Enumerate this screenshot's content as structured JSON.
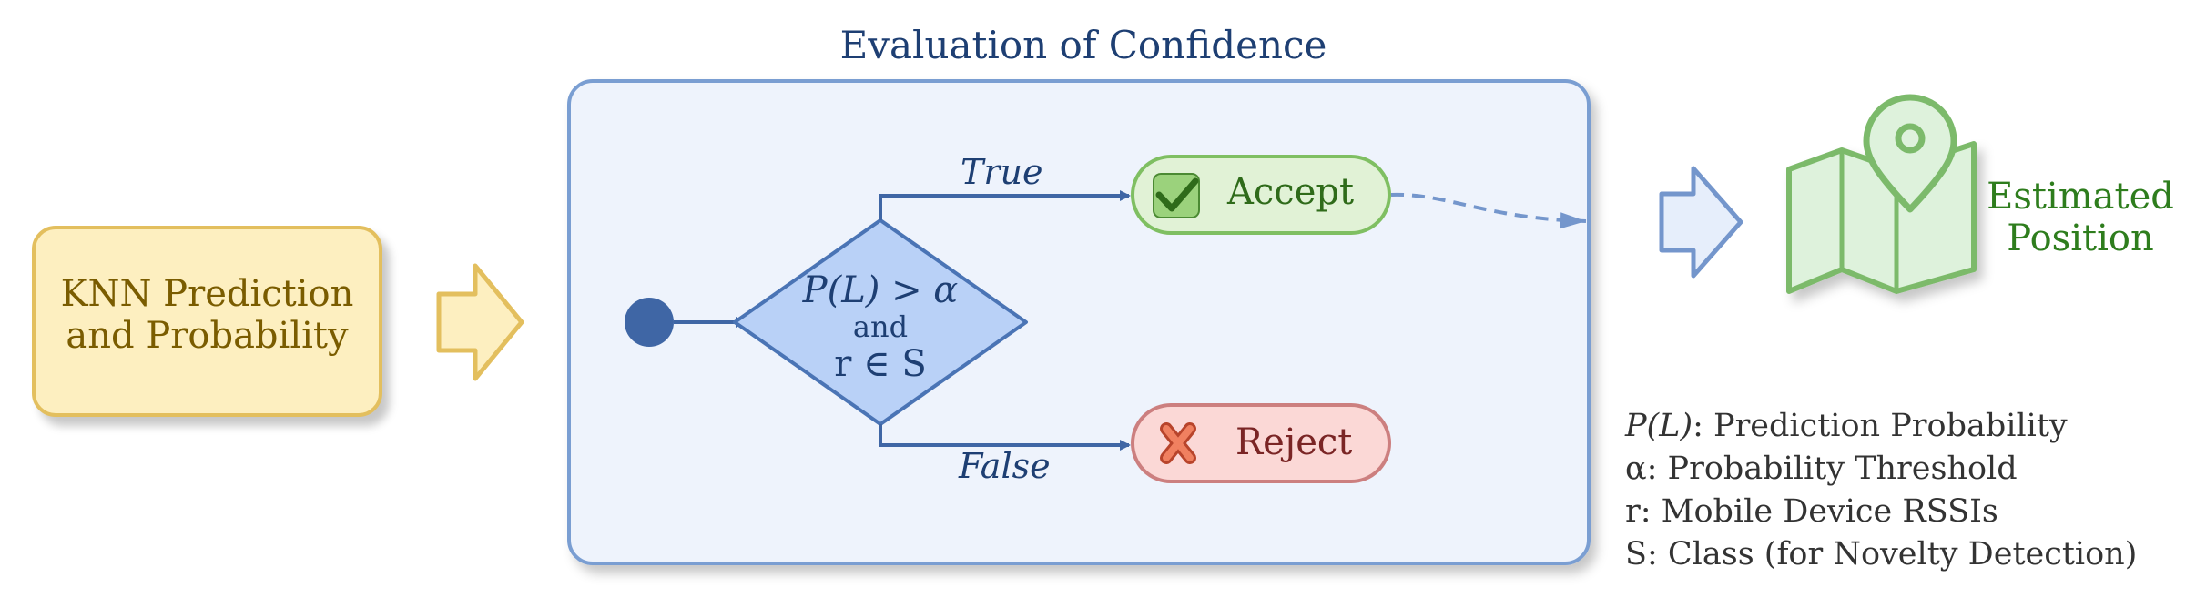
{
  "input": {
    "line1": "KNN Prediction",
    "line2": "and Probability"
  },
  "evaluation": {
    "title": "Evaluation of Confidence",
    "condition": {
      "line1": "P(L) > α",
      "line2": "and",
      "line3": "r ∈ S"
    },
    "true_label": "True",
    "false_label": "False",
    "accept_label": "Accept",
    "reject_label": "Reject"
  },
  "output": {
    "line1": "Estimated",
    "line2": "Position"
  },
  "legend": [
    {
      "symbol": "P(L)",
      "text": ": Prediction Probability"
    },
    {
      "symbol": "α",
      "text": ": Probability Threshold"
    },
    {
      "symbol": "r",
      "text": ": Mobile Device RSSIs"
    },
    {
      "symbol": "S",
      "text": ": Class (for Novelty Detection)"
    }
  ],
  "colors": {
    "input_fill": "#fdefc0",
    "input_border": "#e3bf5e",
    "panel_fill": "#eef3fc",
    "panel_border": "#7a9ed2",
    "diamond_fill": "#b9d1f7",
    "diamond_border": "#4a74b5",
    "accept_fill": "#e1f2d6",
    "accept_border": "#7fbf62",
    "reject_fill": "#fbd8d6",
    "reject_border": "#cc7f7f",
    "map_fill": "#def2dc",
    "map_border": "#7cba6b"
  },
  "icons": [
    "arrow-right-icon",
    "start-node-icon",
    "check-icon",
    "cross-icon",
    "map-pin-icon"
  ]
}
